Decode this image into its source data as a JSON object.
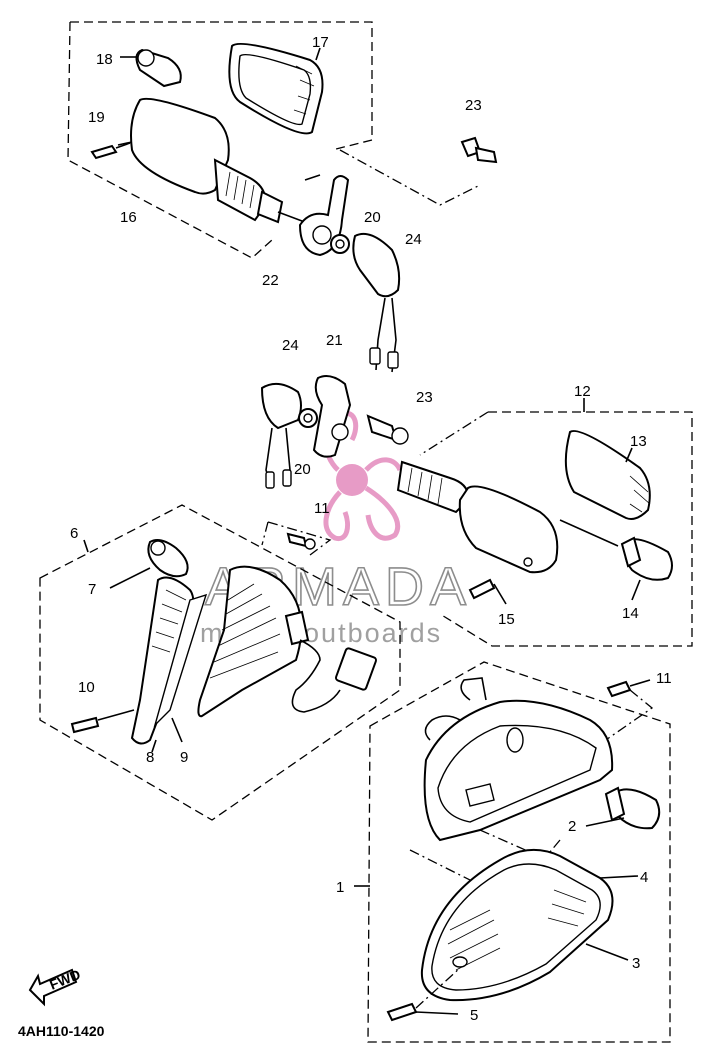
{
  "diagram": {
    "drawing_code": "4AH110-1420",
    "direction_arrow_label": "FWD",
    "watermark": {
      "brand": "ARMADA",
      "tagline": "marine outboards",
      "logo_color": "#e79bc6"
    },
    "callouts": {
      "c1": "1",
      "c2": "2",
      "c3": "3",
      "c4": "4",
      "c5": "5",
      "c6": "6",
      "c7": "7",
      "c8": "8",
      "c9": "9",
      "c10": "10",
      "c11a": "11",
      "c11b": "11",
      "c12": "12",
      "c13": "13",
      "c14": "14",
      "c15": "15",
      "c16": "16",
      "c17": "17",
      "c18": "18",
      "c19": "19",
      "c20a": "20",
      "c20b": "20",
      "c21": "21",
      "c22": "22",
      "c23a": "23",
      "c23b": "23",
      "c24a": "24",
      "c24b": "24"
    }
  }
}
